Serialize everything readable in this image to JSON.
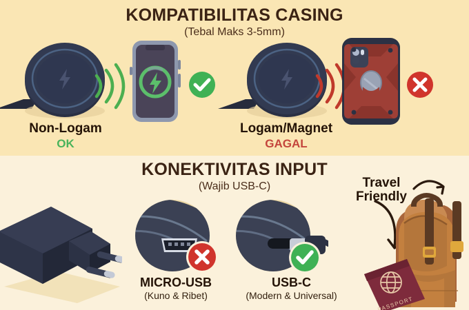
{
  "panels": {
    "casing": {
      "title": "KOMPATIBILITAS CASING",
      "subtitle": "(Tebal Maks 3-5mm)",
      "background": "#FAE6B4",
      "items": [
        {
          "label": "Non-Logam",
          "status": "OK",
          "status_color": "#49B35B",
          "verdict": "pass",
          "wave_color": "#4CAF50"
        },
        {
          "label": "Logam/Magnet",
          "status": "GAGAL",
          "status_color": "#C4453C",
          "verdict": "fail",
          "wave_color": "#C0392B"
        }
      ]
    },
    "input": {
      "title": "KONEKTIVITAS INPUT",
      "subtitle": "(Wajib USB-C)",
      "background": "#FBF1DB",
      "items": [
        {
          "label": "MICRO-USB",
          "sublabel": "(Kuno & Ribet)",
          "verdict": "fail"
        },
        {
          "label": "USB-C",
          "sublabel": "(Modern & Universal)",
          "verdict": "pass"
        }
      ],
      "travel_note": "Travel\nFriendly",
      "travel_note_line1": "Travel",
      "travel_note_line2": "Friendly",
      "passport_text": "PASSPORT"
    }
  },
  "colors": {
    "heading": "#3B2314",
    "pass_green": "#3FB155",
    "fail_red": "#D0342C",
    "charger_dark": "#2E3347",
    "case_red": "#9E3F36",
    "backpack_brown": "#C07C4A",
    "passport_maroon": "#7E2B3C",
    "panel_top": "#FAE6B4",
    "panel_bottom": "#FBF1DB"
  },
  "icons": {
    "check": "check-badge-icon",
    "cross": "cross-badge-icon",
    "bolt": "lightning-bolt-icon",
    "globe": "globe-icon",
    "arrow": "curved-arrow-icon"
  }
}
